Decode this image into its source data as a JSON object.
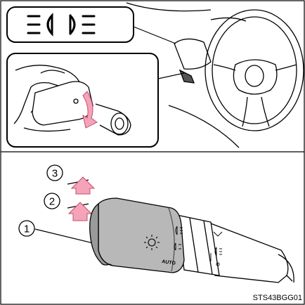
{
  "callouts": [
    {
      "number": "3"
    },
    {
      "number": "2"
    },
    {
      "number": "1"
    }
  ],
  "stalk_labels": {
    "auto": "AUTO"
  },
  "figure_code": "STS43BGG01",
  "icons": [
    "headlight-symbol-icon",
    "arrow-up-icon",
    "rotate-arrow-icon",
    "light-switch-stalk",
    "steering-wheel"
  ],
  "colors": {
    "arrow_pink": "#f5a3b8",
    "arrow_dark": "#e0728e",
    "stalk_grey": "#b8b8b8",
    "stalk_dark": "#9a9a9a",
    "line": "#000000"
  }
}
